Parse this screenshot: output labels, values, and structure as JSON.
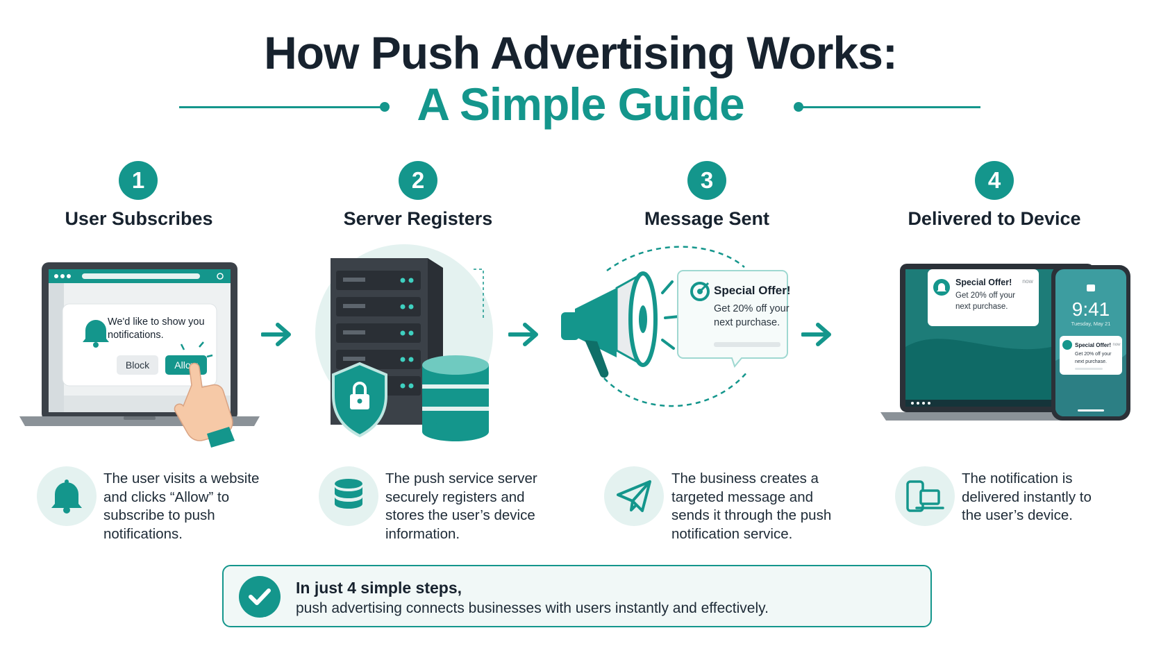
{
  "header": {
    "title_line1": "How Push Advertising Works:",
    "title_line2": "A Simple Guide"
  },
  "colors": {
    "accent": "#14968c",
    "dark": "#17222e",
    "light_teal": "#e4f2f0"
  },
  "steps": [
    {
      "number": "1",
      "title": "User Subscribes",
      "illustration": {
        "prompt_text_line1": "We'd like to show you",
        "prompt_text_line2": "notifications.",
        "block_label": "Block",
        "allow_label": "Allow"
      },
      "icon": "bell-icon",
      "description": "The user visits a website and clicks “Allow” to subscribe to push notifications."
    },
    {
      "number": "2",
      "title": "Server Registers",
      "icon": "database-icon",
      "description": "The push service server securely registers and stores the user’s device information."
    },
    {
      "number": "3",
      "title": "Message Sent",
      "illustration": {
        "offer_title": "Special Offer!",
        "offer_line1": "Get 20% off your",
        "offer_line2": "next purchase."
      },
      "icon": "paper-plane-icon",
      "description": "The business creates a targeted message and sends it through the push notification service."
    },
    {
      "number": "4",
      "title": "Delivered to Device",
      "illustration": {
        "laptop_offer_title": "Special Offer!",
        "laptop_offer_time": "now",
        "laptop_offer_line1": "Get 20% off your",
        "laptop_offer_line2": "next purchase.",
        "phone_time": "9:41",
        "phone_date": "Tuesday, May 21",
        "phone_offer_title": "Special Offer!",
        "phone_offer_time": "now",
        "phone_offer_line1": "Get 20% off your",
        "phone_offer_line2": "next purchase."
      },
      "icon": "devices-icon",
      "description": "The notification is delivered instantly to the user’s device."
    }
  ],
  "summary": {
    "bold": "In just 4 simple steps,",
    "text": "push advertising connects businesses with users instantly and effectively."
  }
}
